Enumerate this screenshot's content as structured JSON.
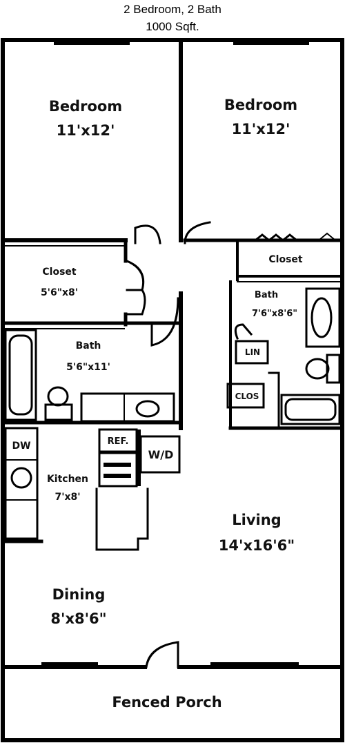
{
  "header": {
    "line1": "2 Bedroom, 2 Bath",
    "line2": "1000 Sqft."
  },
  "rooms": {
    "bedroom_left": {
      "name": "Bedroom",
      "size": "11'x12'"
    },
    "bedroom_right": {
      "name": "Bedroom",
      "size": "11'x12'"
    },
    "closet_left": {
      "name": "Closet",
      "size": "5'6\"x8'"
    },
    "closet_right": {
      "name": "Closet"
    },
    "bath_left": {
      "name": "Bath",
      "size": "5'6\"x11'"
    },
    "bath_right": {
      "name": "Bath",
      "size": "7'6\"x8'6\""
    },
    "kitchen": {
      "name": "Kitchen",
      "size": "7'x8'"
    },
    "living": {
      "name": "Living",
      "size": "14'x16'6\""
    },
    "dining": {
      "name": "Dining",
      "size": "8'x8'6\""
    },
    "porch": {
      "name": "Fenced Porch"
    }
  },
  "fixtures": {
    "dw": "DW",
    "ref": "REF.",
    "wd": "W/D",
    "lin": "LIN",
    "clos": "CLOS"
  }
}
